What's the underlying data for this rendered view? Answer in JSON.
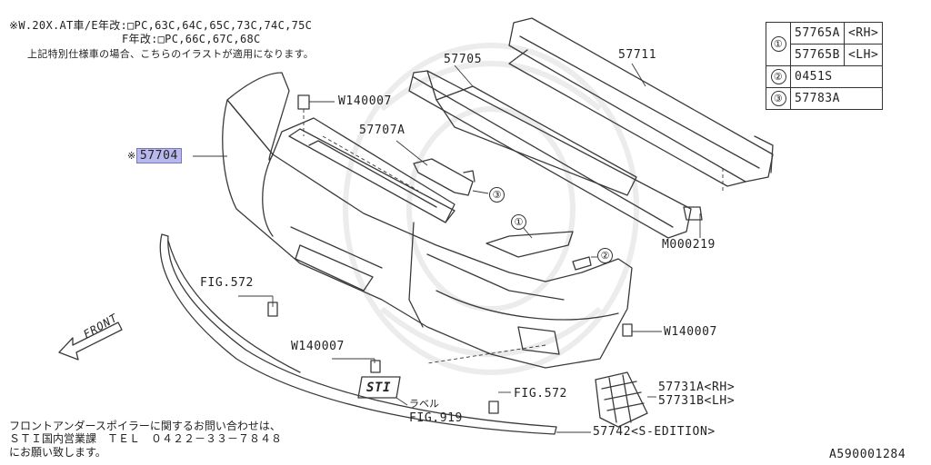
{
  "header_notes": {
    "line1": "※W.20X.AT車/E年改:□PC,63C,64C,65C,73C,74C,75C",
    "line2": "F年改:□PC,66C,67C,68C",
    "line3": "上記特別仕様車の場合、こちらのイラストが適用になります。"
  },
  "parts": {
    "bumper_face": "57704",
    "bumper_face_prefix": "※",
    "grille_frame": "57705",
    "reinforcement": "57711",
    "bracket": "57707A",
    "clip_top": "W140007",
    "clip_right": "W140007",
    "clip_lower": "W140007",
    "bolt": "M000219",
    "fig_left": "FIG.572",
    "fig_bottom": "FIG.572",
    "sti_label_text": "ラベル",
    "sti_label_fig": "FIG.919",
    "sti_badge": "STI",
    "grille_mesh_rh": "57731A<RH>",
    "grille_mesh_lh": "57731B<LH>",
    "lip_spoiler": "57742<S-EDITION>"
  },
  "callouts": [
    "①",
    "②",
    "③"
  ],
  "legend": {
    "rows": [
      {
        "num": "①",
        "part": "57765A",
        "side": "<RH>"
      },
      {
        "num": "",
        "part": "57765B",
        "side": "<LH>"
      },
      {
        "num": "②",
        "part": "0451S",
        "side": ""
      },
      {
        "num": "③",
        "part": "57783A",
        "side": ""
      }
    ]
  },
  "front_label": "FRONT",
  "contact": {
    "line1": "フロントアンダースポイラーに関するお問い合わせは、",
    "line2": "ＳＴＩ国内営業課　ＴＥＬ　０４２２－３３－７８４８",
    "line3": "にお願い致します。"
  },
  "diagram_code": "A590001284",
  "colors": {
    "line": "#3a3a3a",
    "highlight": "#b8b8ee",
    "watermark": "#ececec"
  }
}
